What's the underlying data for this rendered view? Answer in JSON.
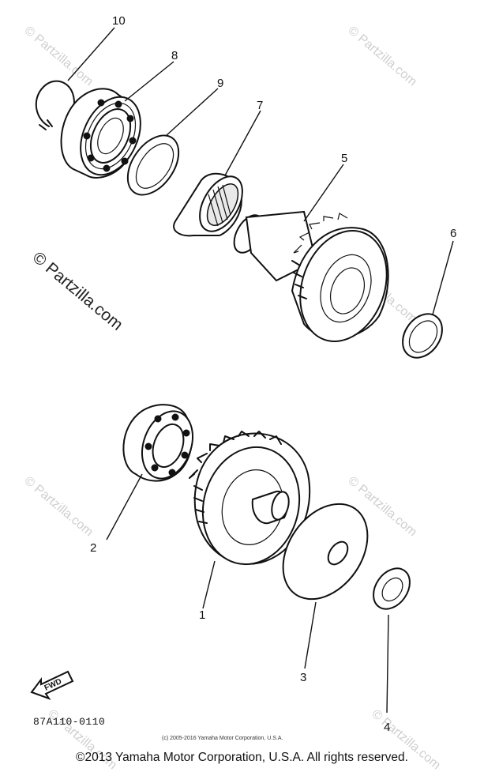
{
  "callouts": {
    "c1": "1",
    "c2": "2",
    "c3": "3",
    "c4": "4",
    "c5": "5",
    "c6": "6",
    "c7": "7",
    "c8": "8",
    "c9": "9",
    "c10": "10"
  },
  "watermarks": {
    "side": "© Partzilla.com",
    "faint": "© Partzilla.com"
  },
  "diagram_code": "87A110-0110",
  "fwd_label": "FWD",
  "yamaha_small": "(c) 2005-2016 Yamaha Motor Corporation, U.S.A.",
  "copyright": "©2013 Yamaha Motor Corporation, U.S.A. All rights reserved."
}
